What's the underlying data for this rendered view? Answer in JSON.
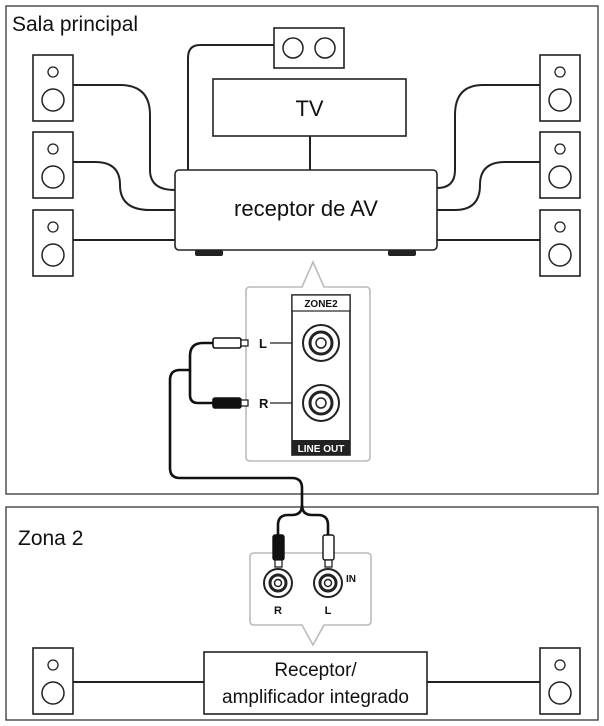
{
  "rooms": {
    "main": {
      "label": "Sala principal"
    },
    "zone2": {
      "label": "Zona 2"
    }
  },
  "devices": {
    "tv": {
      "label": "TV"
    },
    "av_receiver": {
      "label": "receptor de AV"
    },
    "zone2_amp": {
      "line1": "Receptor/",
      "line2": "amplificador integrado"
    }
  },
  "panels": {
    "zone2_out": {
      "header": "ZONE2",
      "footer": "LINE OUT",
      "left": "L",
      "right": "R"
    },
    "amp_in": {
      "left": "R",
      "right": "L",
      "in": "IN"
    }
  }
}
